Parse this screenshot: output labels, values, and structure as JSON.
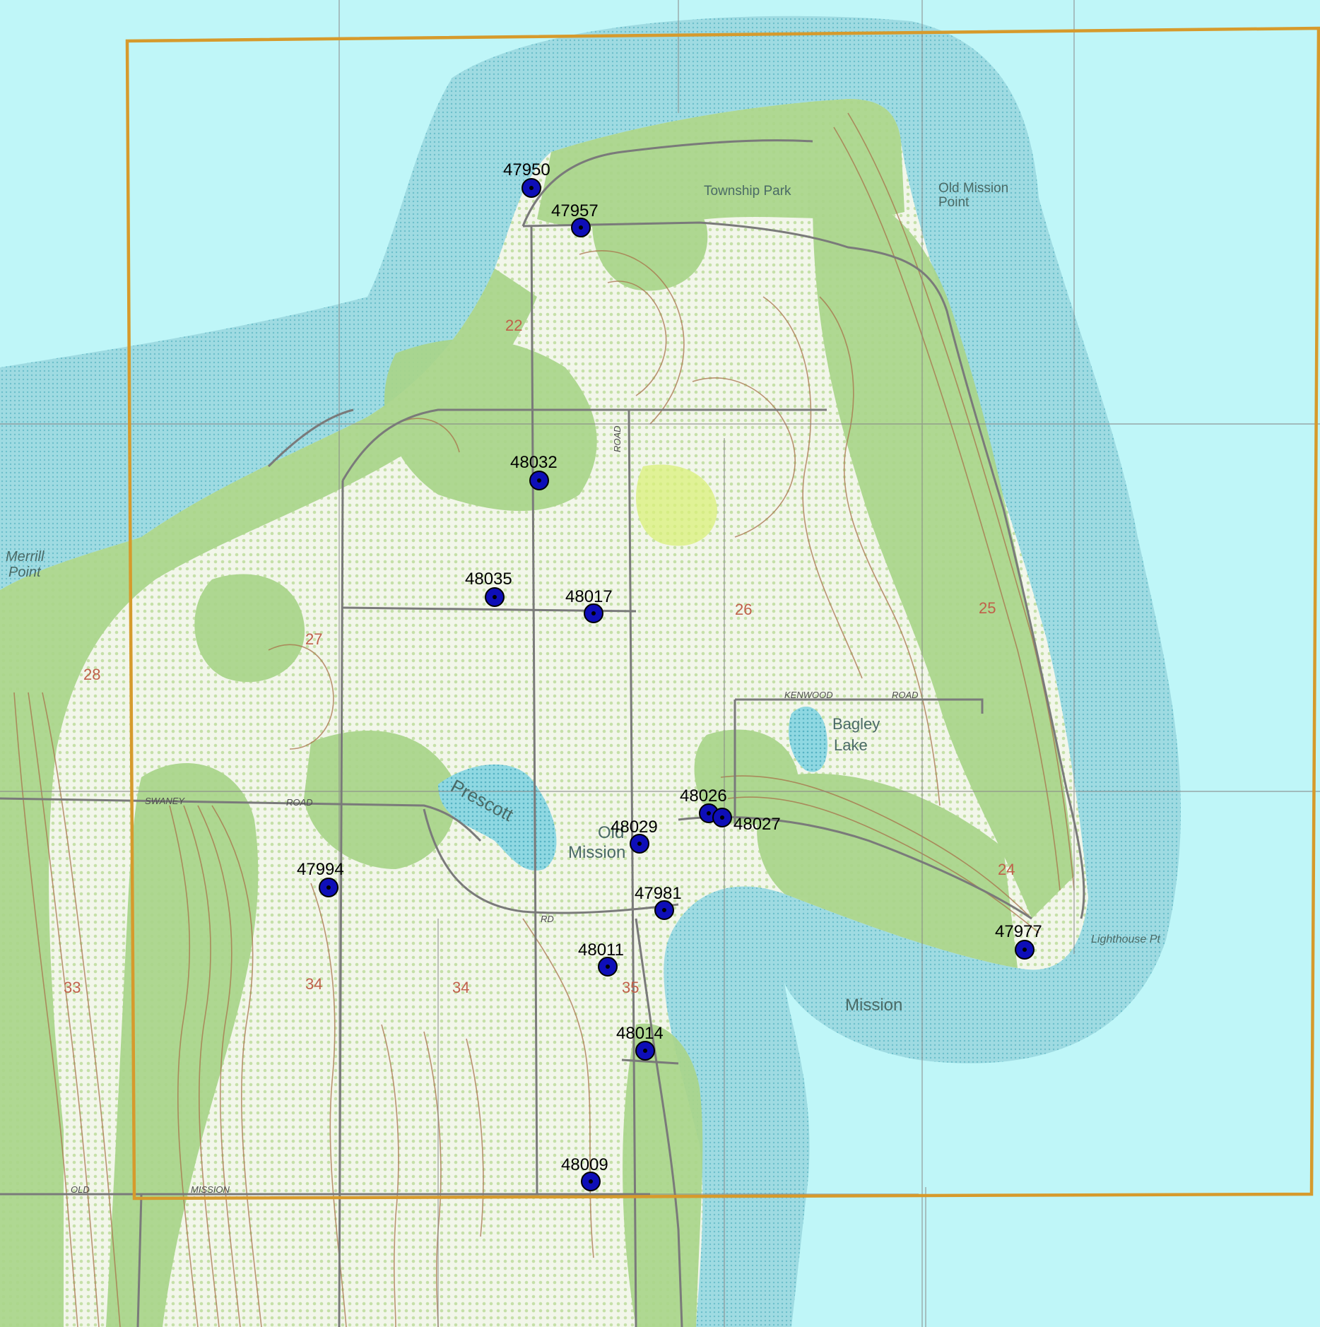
{
  "colors": {
    "water": "#bff6f8",
    "shallow_water": "#8fd2da",
    "land_wooded": "#a9d58a",
    "land_open": "#eef4e2",
    "contour": "#a8714a",
    "road": "#7a7a7a",
    "boundary": "#d69a2c",
    "marker": "#0e0eb8",
    "marker_ring": "#000000",
    "lake": "#8fd8e2"
  },
  "markers": [
    {
      "id": "47950",
      "label": "47950"
    },
    {
      "id": "47957",
      "label": "47957"
    },
    {
      "id": "48032",
      "label": "48032"
    },
    {
      "id": "48035",
      "label": "48035"
    },
    {
      "id": "48017",
      "label": "48017"
    },
    {
      "id": "48026",
      "label": "48026"
    },
    {
      "id": "48027",
      "label": "48027"
    },
    {
      "id": "48029",
      "label": "48029"
    },
    {
      "id": "47994",
      "label": "47994"
    },
    {
      "id": "47981",
      "label": "47981"
    },
    {
      "id": "47977",
      "label": "47977"
    },
    {
      "id": "48011",
      "label": "48011"
    },
    {
      "id": "48014",
      "label": "48014"
    },
    {
      "id": "48009",
      "label": "48009"
    }
  ],
  "places": {
    "township_park": "Township Park",
    "old_mission_point_1": "Old Mission",
    "old_mission_point_2": "Point",
    "bagley_lake_1": "Bagley",
    "bagley_lake_2": "Lake",
    "old_mission_1": "Old",
    "old_mission_2": "Mission",
    "prescott": "Prescott",
    "mission_harbor": "Mission",
    "merrill_point_1": "Merrill",
    "merrill_point_2": "Point",
    "lighthouse_pt": "Lighthouse Pt"
  },
  "roads": {
    "swaney_road_1": "SWANEY",
    "swaney_road_2": "ROAD",
    "kenwood_road_1": "KENWOOD",
    "kenwood_road_2": "ROAD",
    "rd_short": "RD",
    "mission_rd": "MISSION",
    "old": "OLD",
    "road_vert": "ROAD"
  },
  "sections": {
    "s22": "22",
    "s27": "27",
    "s26": "26",
    "s25": "25",
    "s28": "28",
    "s33": "33",
    "s34a": "34",
    "s34b": "34",
    "s35": "35",
    "s24": "24"
  }
}
